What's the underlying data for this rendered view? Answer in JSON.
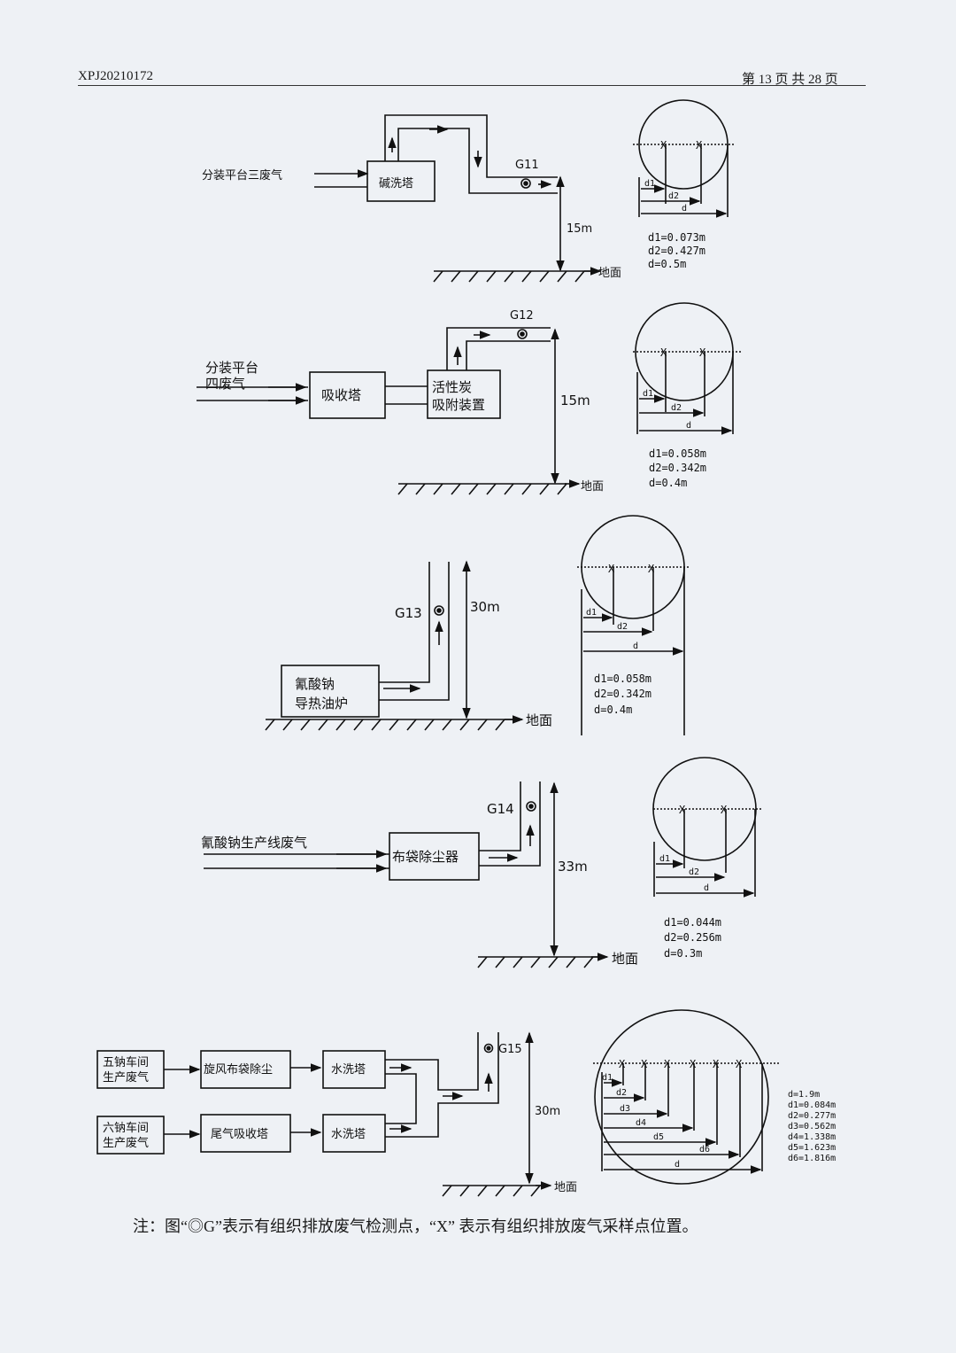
{
  "header": {
    "report_no": "XPJ20210172",
    "page_info": "第 13 页 共 28 页"
  },
  "ground_label": "地面",
  "diagrams": [
    {
      "inputs": [
        "分装平台三废气"
      ],
      "units": [
        "碱洗塔"
      ],
      "point": "G11",
      "height": "15m",
      "dims": [
        "d1=0.073m",
        "d2=0.427m",
        "d=0.5m"
      ],
      "marks": [
        "d1",
        "d2",
        "d"
      ]
    },
    {
      "inputs": [
        "分装平台",
        "四废气"
      ],
      "units": [
        "吸收塔",
        "活性炭",
        "吸附装置"
      ],
      "point": "G12",
      "height": "15m",
      "dims": [
        "d1=0.058m",
        "d2=0.342m",
        "d=0.4m"
      ],
      "marks": [
        "d1",
        "d2",
        "d"
      ]
    },
    {
      "inputs": [],
      "units": [
        "氰酸钠",
        "导热油炉"
      ],
      "point": "G13",
      "height": "30m",
      "dims": [
        "d1=0.058m",
        "d2=0.342m",
        "d=0.4m"
      ],
      "marks": [
        "d1",
        "d2",
        "d"
      ]
    },
    {
      "inputs": [
        "氰酸钠生产线废气"
      ],
      "units": [
        "布袋除尘器"
      ],
      "point": "G14",
      "height": "33m",
      "dims": [
        "d1=0.044m",
        "d2=0.256m",
        "d=0.3m"
      ],
      "marks": [
        "d1",
        "d2",
        "d"
      ]
    },
    {
      "inputs": [
        "五钠车间",
        "生产废气",
        "六钠车间",
        "生产废气"
      ],
      "units": [
        "旋风布袋除尘",
        "水洗塔",
        "尾气吸收塔",
        "水洗塔"
      ],
      "point": "G15",
      "height": "30m",
      "dims": [
        "d=1.9m",
        "d1=0.084m",
        "d2=0.277m",
        "d3=0.562m",
        "d4=1.338m",
        "d5=1.623m",
        "d6=1.816m"
      ],
      "marks": [
        "d1",
        "d2",
        "d3",
        "d4",
        "d5",
        "d6",
        "d"
      ]
    }
  ],
  "sample_mark": "X",
  "note": "注：图“◎G”表示有组织排放废气检测点，“X” 表示有组织排放废气采样点位置。"
}
